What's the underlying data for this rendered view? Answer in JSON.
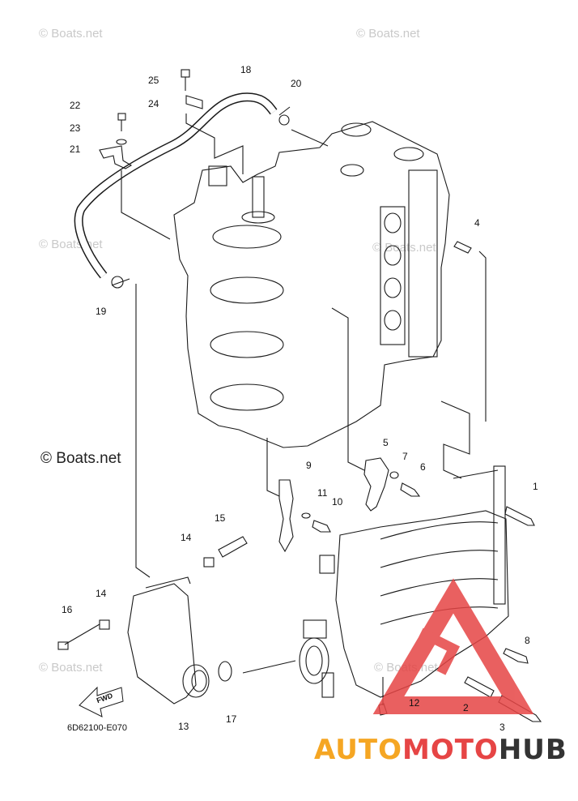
{
  "watermarks": {
    "small": "© Boats.net",
    "large": "© Boats.net"
  },
  "drawing_code": "6D62100-E070",
  "fwd_label": "FWD",
  "brand": {
    "part1": "AUTO",
    "part2": "MOTO",
    "part3": "HUB"
  },
  "callouts": [
    "1",
    "2",
    "3",
    "4",
    "5",
    "6",
    "7",
    "8",
    "9",
    "10",
    "11",
    "12",
    "13",
    "14",
    "14",
    "15",
    "16",
    "17",
    "18",
    "19",
    "20",
    "21",
    "22",
    "23",
    "24",
    "25"
  ],
  "colors": {
    "line": "#1a1a1a",
    "brand_orange": "#f5a623",
    "brand_red": "#e64545",
    "brand_dark": "#333333"
  }
}
